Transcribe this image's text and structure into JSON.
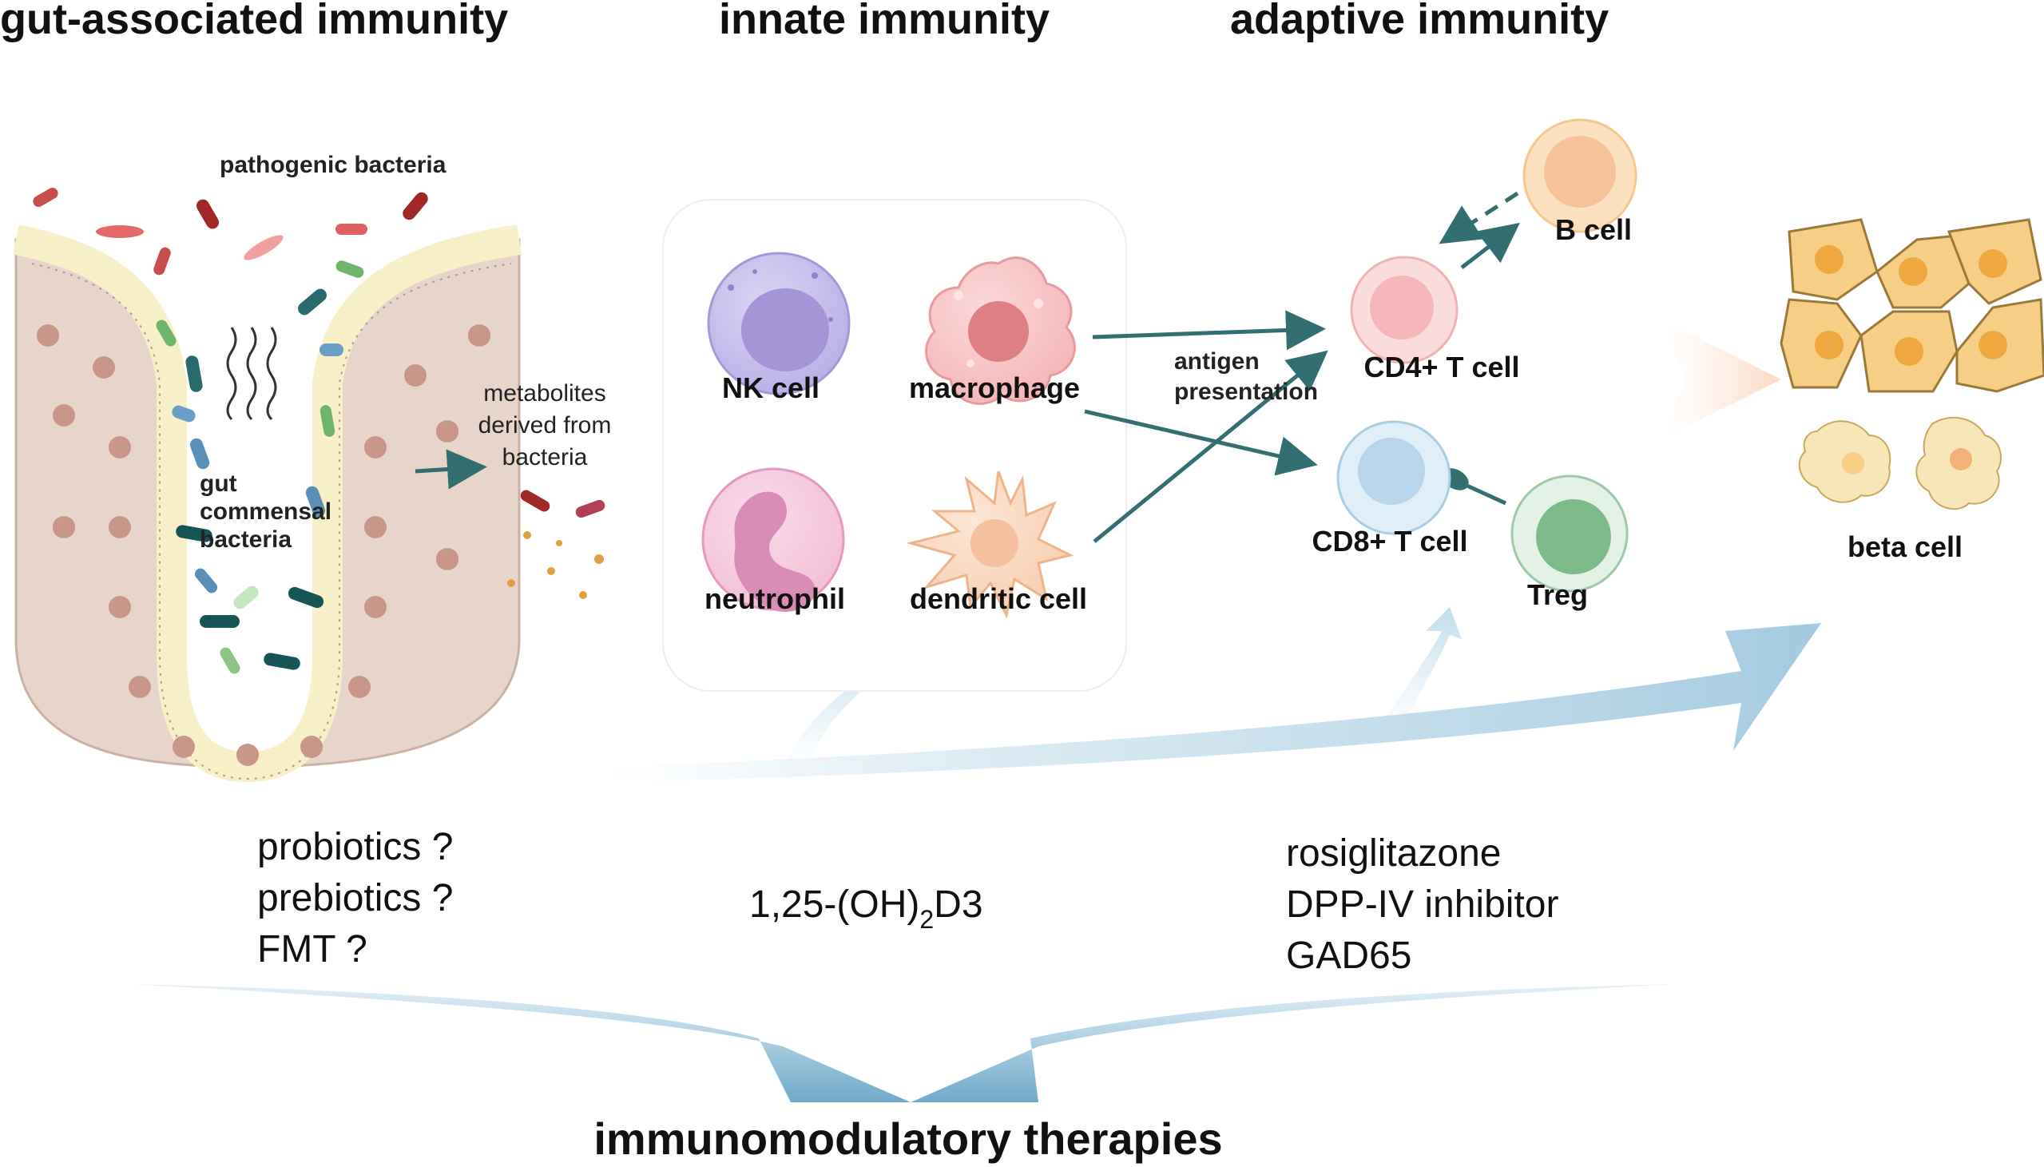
{
  "headers": {
    "gut": "gut-associated immunity",
    "innate": "innate immunity",
    "adaptive": "adaptive immunity"
  },
  "gut": {
    "pathogenic_label": "pathogenic bacteria",
    "commensal_label": [
      "gut",
      "commensal",
      "bacteria"
    ],
    "metabolites_label": [
      "metabolites",
      "derived from",
      "bacteria"
    ]
  },
  "innate": {
    "nk_cell": "NK cell",
    "macrophage": "macrophage",
    "neutrophil": "neutrophil",
    "dendritic_cell": "dendritic cell"
  },
  "adaptive": {
    "antigen_presentation": [
      "antigen",
      "presentation"
    ],
    "cd4": "CD4+ T cell",
    "cd8": "CD8+ T cell",
    "b_cell": "B cell",
    "treg": "Treg"
  },
  "beta": {
    "label": "beta cell"
  },
  "therapies": {
    "gut": [
      "probiotics ?",
      "prebiotics ?",
      "FMT ?"
    ],
    "innate_prefix": "1,25-(OH)",
    "innate_sub": "2",
    "innate_suffix": "D3",
    "adaptive": [
      "rosiglitazone",
      "DPP-IV inhibitor",
      "GAD65"
    ]
  },
  "footer": "immunomodulatory therapies",
  "colors": {
    "arrow": "#336e70",
    "soft_arrow": "#a9cde2",
    "epithelium": "#e7d4ca",
    "mucus": "#f7f0c8",
    "beta_cell": "#f6ce86"
  },
  "icons": [
    "bacteria-icon",
    "nk-cell-icon",
    "macrophage-icon",
    "neutrophil-icon",
    "dendritic-cell-icon",
    "t-cell-icon",
    "b-cell-icon",
    "treg-icon",
    "beta-cell-icon"
  ]
}
